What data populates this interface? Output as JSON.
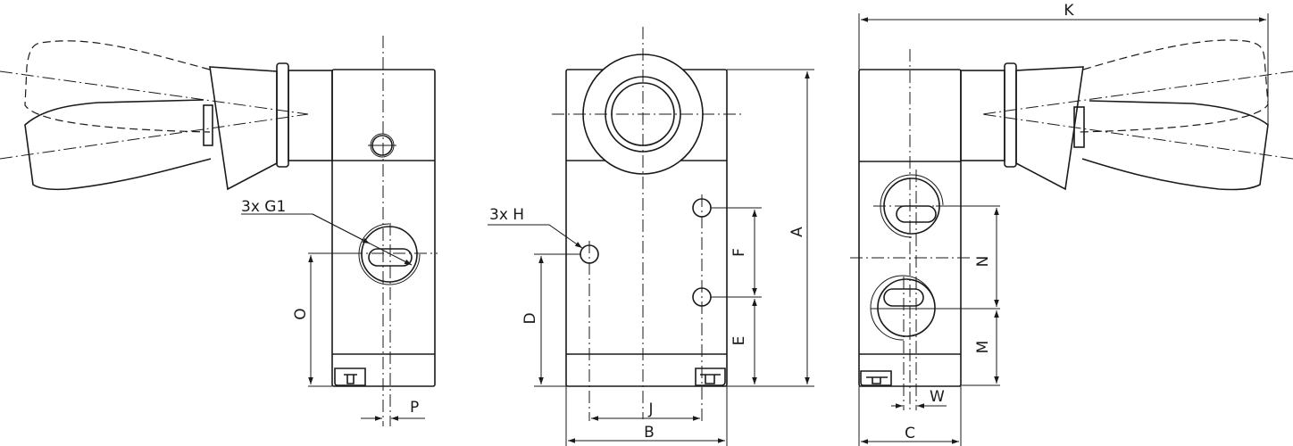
{
  "drawing": {
    "left_view": {
      "port_callout": "3x G1",
      "dims": {
        "O": "O",
        "P": "P"
      }
    },
    "front_view": {
      "hole_callout": "3x H",
      "dims": {
        "A": "A",
        "B": "B",
        "D": "D",
        "E": "E",
        "F": "F",
        "J": "J"
      }
    },
    "right_view": {
      "dims": {
        "K": "K",
        "N": "N",
        "M": "M",
        "W": "W",
        "C": "C"
      }
    }
  }
}
